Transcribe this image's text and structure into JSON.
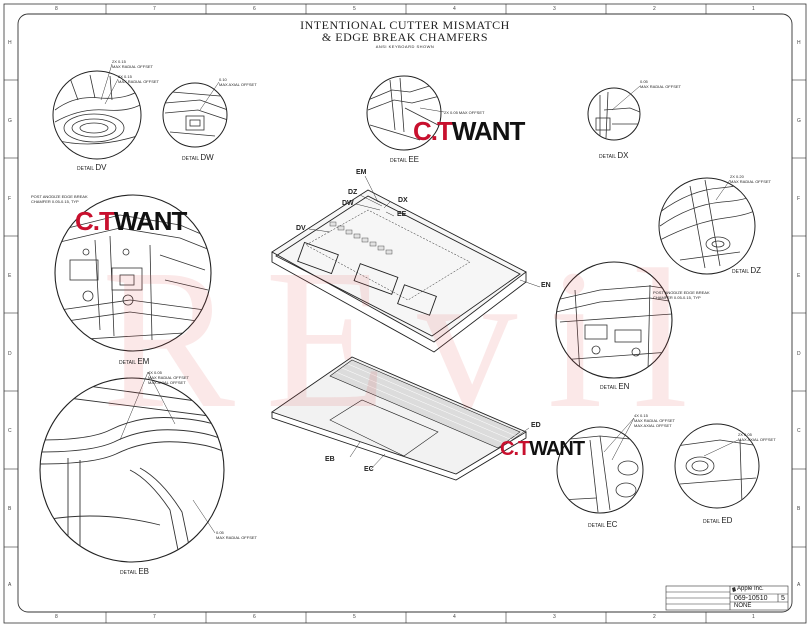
{
  "title": {
    "line1": "INTENTIONAL CUTTER MISMATCH",
    "line2": "& EDGE BREAK CHAMFERS",
    "sub": "ANSI KEYBOARD SHOWN"
  },
  "watermark": {
    "brand_red": "C.T",
    "brand_black": "WANT",
    "big": "REvil",
    "brand_red_color": "#c8102e",
    "big_color": "#e15050"
  },
  "zones": {
    "columns": [
      "8",
      "7",
      "6",
      "5",
      "4",
      "3",
      "2",
      "1"
    ],
    "rows": [
      "H",
      "G",
      "F",
      "E",
      "D",
      "C",
      "B",
      "A"
    ]
  },
  "details": {
    "dv": {
      "prefix": "DETAIL",
      "id": "DV",
      "notes": [
        "2X 0.15",
        "MAX RADIAL OFFSET",
        "6X 0.15",
        "MAX RADIAL OFFSET"
      ]
    },
    "dw": {
      "prefix": "DETAIL",
      "id": "DW",
      "notes": [
        "0.10",
        "MAX AXIAL OFFSET"
      ]
    },
    "ee": {
      "prefix": "DETAIL",
      "id": "EE",
      "notes": [
        "2X 0.05 MAX OFFSET"
      ]
    },
    "dx": {
      "prefix": "DETAIL",
      "id": "DX",
      "notes": [
        "0.05",
        "MAX RADIAL OFFSET"
      ]
    },
    "dz": {
      "prefix": "DETAIL",
      "id": "DZ",
      "notes": [
        "2X 0.20",
        "MAX RADIAL OFFSET"
      ]
    },
    "em": {
      "prefix": "DETAIL",
      "id": "EM",
      "notes": [
        "POST ANODIZE EDGE BREAK",
        "CHAMFER 0.05-0.15, TYP"
      ]
    },
    "en": {
      "prefix": "DETAIL",
      "id": "EN",
      "notes": [
        "POST ANODIZE EDGE BREAK",
        "CHAMFER 0.05-0.15, TYP"
      ]
    },
    "eb": {
      "prefix": "DETAIL",
      "id": "EB",
      "notes": [
        "4X 0.05",
        "MAX RADIAL OFFSET",
        "MAX AXIAL OFFSET",
        "0.05",
        "MAX RADIAL OFFSET"
      ]
    },
    "ec": {
      "prefix": "DETAIL",
      "id": "EC",
      "notes": [
        "4X 0.15",
        "MAX RADIAL OFFSET",
        "MAX AXIAL OFFSET"
      ]
    },
    "ed": {
      "prefix": "DETAIL",
      "id": "ED",
      "notes": [
        "2X 0.05",
        "MAX AXIAL OFFSET"
      ]
    }
  },
  "callouts": {
    "em": "EM",
    "dz": "DZ",
    "dx": "DX",
    "dw": "DW",
    "ee": "EE",
    "dv": "DV",
    "en": "EN",
    "ed": "ED",
    "eb": "EB",
    "ec": "EC"
  },
  "title_block": {
    "company": "Apple Inc.",
    "doc_number": "069-10510",
    "rev": "5",
    "scale": "NONE"
  }
}
